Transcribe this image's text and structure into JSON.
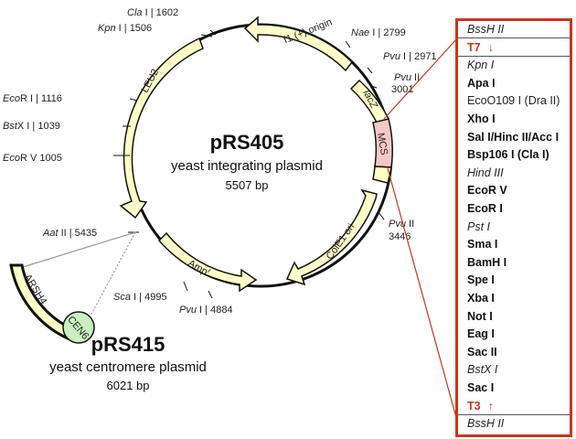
{
  "plasmid_main": {
    "name": "pRS405",
    "description": "yeast integrating plasmid",
    "size": "5507 bp"
  },
  "plasmid_alt": {
    "name": "pRS415",
    "description": "yeast centromere plasmid",
    "size": "6021 bp"
  },
  "features": {
    "f1_origin": "f1 (+) origin",
    "leu2": "LEU2",
    "lacz": "lacZ",
    "mcs": "MCS",
    "colE1": "ColE1 ori",
    "amp": "Amp",
    "amp_superscript": "r",
    "arsh4": "ARSH4",
    "cen6": "CEN6"
  },
  "sites": {
    "cla": {
      "enzyme": "Cla",
      "suffix": " I",
      "pos": "1602"
    },
    "kpn": {
      "enzyme": "Kpn",
      "suffix": " I",
      "pos": "1506"
    },
    "nae": {
      "enzyme": "Nae",
      "suffix": " I",
      "pos": "2799"
    },
    "pvu1_top": {
      "enzyme": "Pvu",
      "suffix": " I",
      "pos": "2971"
    },
    "pvu2_top": {
      "enzyme": "Pvu",
      "suffix": " II",
      "pos": "3001"
    },
    "ecor1": {
      "enzyme": "Eco",
      "mid": "R",
      "suffix": " I",
      "pos": "1116"
    },
    "bstx": {
      "enzyme": "Bst",
      "mid": "X",
      "suffix": " I",
      "pos": "1039"
    },
    "ecorv": {
      "enzyme": "Eco",
      "mid": "R",
      "suffix": " V",
      "pos": "1005"
    },
    "pvu2_right": {
      "enzyme": "Pvu",
      "suffix": " II",
      "pos": "3446"
    },
    "aat": {
      "enzyme": "Aat",
      "suffix": " II",
      "pos": "5435"
    },
    "sca": {
      "enzyme": "Sca",
      "suffix": " I",
      "pos": "4995"
    },
    "pvu1_bottom": {
      "enzyme": "Pvu",
      "suffix": " I",
      "pos": "4884"
    }
  },
  "mcs_list": [
    {
      "text": "BssH II",
      "style": "ital"
    },
    {
      "text": "T7",
      "style": "promo",
      "arrow": "down"
    },
    {
      "text": "Kpn I",
      "style": "ital"
    },
    {
      "text": "Apa I",
      "style": "bold"
    },
    {
      "text": "EcoO109 I (Dra II)",
      "style": "plain"
    },
    {
      "text": "Xho I",
      "style": "bold"
    },
    {
      "text": "Sal I/Hinc II/Acc I",
      "style": "bold"
    },
    {
      "text": "Bsp106 I (Cla I)",
      "style": "bold"
    },
    {
      "text": "Hind III",
      "style": "ital"
    },
    {
      "text": "EcoR V",
      "style": "bold"
    },
    {
      "text": "EcoR I",
      "style": "bold"
    },
    {
      "text": "Pst I",
      "style": "ital"
    },
    {
      "text": "Sma I",
      "style": "bold"
    },
    {
      "text": "BamH I",
      "style": "bold"
    },
    {
      "text": "Spe I",
      "style": "bold"
    },
    {
      "text": "Xba I",
      "style": "bold"
    },
    {
      "text": "Not I",
      "style": "bold"
    },
    {
      "text": "Eag I",
      "style": "bold"
    },
    {
      "text": "Sac II",
      "style": "bold"
    },
    {
      "text": "BstX I",
      "style": "ital"
    },
    {
      "text": "Sac I",
      "style": "bold"
    },
    {
      "text": "T3",
      "style": "promo",
      "arrow": "up"
    },
    {
      "text": "BssH II",
      "style": "ital"
    }
  ],
  "colors": {
    "feature_fill": "#ffffc8",
    "mcs_fill": "#f5c8c8",
    "accent_red": "#c8371b",
    "cen_fill": "#c8f0c0"
  }
}
